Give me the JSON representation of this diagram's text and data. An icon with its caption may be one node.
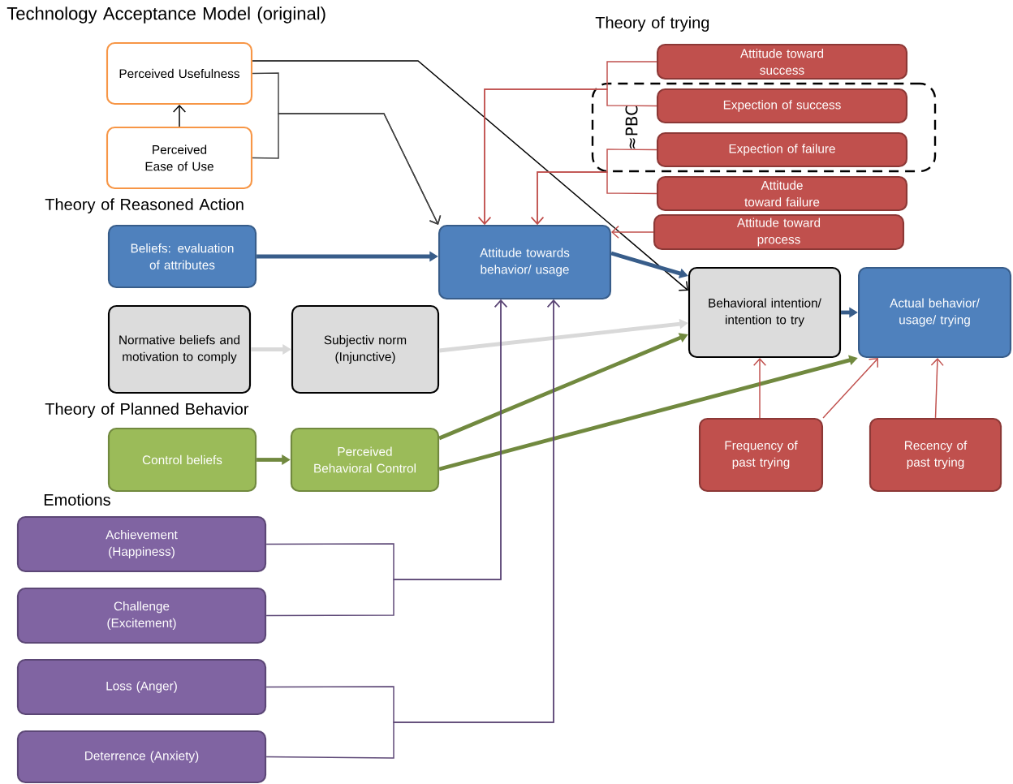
{
  "diagram": {
    "nodes": [
      {
        "text": [
          "Perceived Usefulness"
        ]
      },
      {
        "text": [
          "Perceived Ease of Use"
        ]
      },
      {
        "text": [
          "Beliefs: evaluation of attributes"
        ]
      },
      {
        "text": [
          "Attitude towards behavior/ usage"
        ]
      },
      {
        "text": [
          "Normative beliefs and motivation to comply"
        ]
      },
      {
        "text": [
          "Subjectiv norm (Injunctive)"
        ]
      },
      {
        "text": [
          "Behavioral intention/ intention to try"
        ]
      },
      {
        "text": [
          "Actual behavior/ usage/ trying"
        ]
      },
      {
        "text": [
          "Control beliefs"
        ]
      },
      {
        "text": [
          "Perceived Behavioral Control"
        ]
      },
      {
        "text": [
          "Attitude toward success"
        ]
      },
      {
        "text": [
          "≈PBC"
        ]
      },
      {
        "text": [
          "Expection of success"
        ],
        "in": 11
      },
      {
        "text": [
          "Expection of failure"
        ],
        "in": 11
      },
      {
        "text": [
          "Attitude toward failure"
        ]
      },
      {
        "text": [
          "Attitude toward process"
        ]
      },
      {
        "text": [
          "Frequency of past trying"
        ]
      },
      {
        "text": [
          "Recency of past trying"
        ]
      },
      {
        "text": [
          "Achievement (Happiness)"
        ]
      },
      {
        "text": [
          "Challenge (Excitement)"
        ]
      },
      {
        "text": [
          "Loss (Anger)"
        ]
      },
      {
        "text": [
          "Deterrence (Anxiety)"
        ]
      }
    ],
    "edges": [
      {
        "from": 1,
        "to": 0,
        "arrow": "to",
        "color": "#000000"
      },
      {
        "from": 0,
        "to": 3,
        "arrow": "to",
        "color": "#404040"
      },
      {
        "from": 1,
        "to": 3,
        "arrow": "to",
        "color": "#404040"
      },
      {
        "from": 0,
        "to": 6,
        "arrow": "to",
        "color": "#000000"
      },
      {
        "from": 2,
        "to": 3,
        "arrow": "to",
        "style": "thick",
        "color": "#385d8a"
      },
      {
        "from": 3,
        "to": 6,
        "arrow": "to",
        "style": "thick",
        "color": "#385d8a"
      },
      {
        "from": 4,
        "to": 5,
        "arrow": "to",
        "style": "thick",
        "color": "#d9d9d9"
      },
      {
        "from": 5,
        "to": 6,
        "arrow": "to",
        "style": "thick",
        "color": "#d9d9d9"
      },
      {
        "from": 8,
        "to": 9,
        "arrow": "to",
        "style": "thick",
        "color": "#71893f"
      },
      {
        "from": 9,
        "to": 6,
        "arrow": "to",
        "style": "thick",
        "color": "#71893f"
      },
      {
        "from": 9,
        "to": 7,
        "arrow": "to",
        "style": "thick",
        "color": "#71893f"
      },
      {
        "from": 10,
        "to": 3,
        "arrow": "to",
        "color": "#c0504d"
      },
      {
        "from": 12,
        "to": 3,
        "arrow": "to",
        "color": "#c0504d"
      },
      {
        "from": 13,
        "to": 3,
        "arrow": "to",
        "color": "#c0504d"
      },
      {
        "from": 14,
        "to": 3,
        "arrow": "to",
        "color": "#c0504d"
      },
      {
        "from": 15,
        "to": 3,
        "arrow": "to",
        "color": "#c0504d"
      },
      {
        "from": 16,
        "to": 6,
        "arrow": "to",
        "color": "#c0504d"
      },
      {
        "from": 16,
        "to": 7,
        "arrow": "to",
        "color": "#c0504d"
      },
      {
        "from": 17,
        "to": 7,
        "arrow": "to",
        "color": "#c0504d"
      },
      {
        "from": 6,
        "to": 7,
        "arrow": "to",
        "style": "thick",
        "color": "#385d8a"
      },
      {
        "from": 18,
        "to": 3,
        "arrow": "to",
        "color": "#5c4776"
      },
      {
        "from": 19,
        "to": 3,
        "arrow": "to",
        "color": "#5c4776"
      },
      {
        "from": 20,
        "to": 3,
        "arrow": "to",
        "color": "#5c4776"
      },
      {
        "from": 21,
        "to": 3,
        "arrow": "to",
        "color": "#5c4776"
      }
    ],
    "labels": [
      "Technology Acceptance Model (original)",
      "Theory of trying",
      "Theory of Reasoned Action",
      "Theory of Planned Behavior",
      "Emotions"
    ]
  }
}
